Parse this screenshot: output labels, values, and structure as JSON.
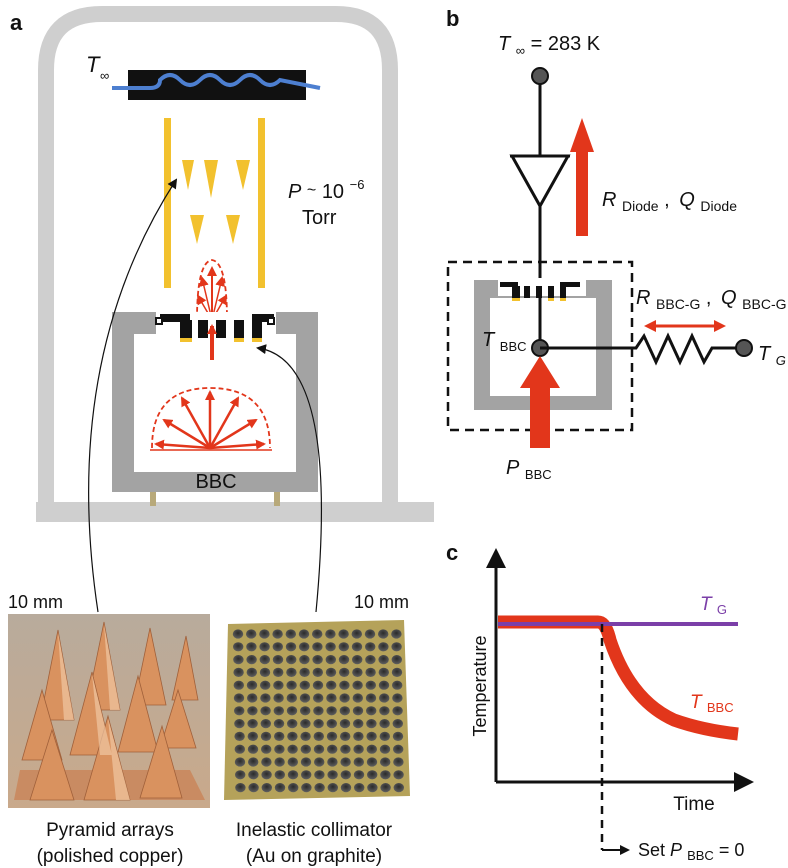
{
  "panels": {
    "a": "a",
    "b": "b",
    "c": "c"
  },
  "panel_a": {
    "t_inf": "T",
    "t_inf_sub": "∞",
    "pressure_p": "P",
    "pressure_tilde": "~",
    "pressure_base": "10",
    "pressure_exp": "−6",
    "pressure_unit": "Torr",
    "bbc": "BBC",
    "scale_left": "10 mm",
    "scale_right": "10 mm",
    "photo_left_caption_1": "Pyramid arrays",
    "photo_left_caption_2": "(polished copper)",
    "photo_right_caption_1": "Inelastic collimator",
    "photo_right_caption_2": "(Au on graphite)"
  },
  "panel_b": {
    "t_inf_main": "T",
    "t_inf_sub": "∞",
    "t_inf_value": " = 283 K",
    "r_diode": "R",
    "r_diode_sub": "Diode",
    "q_diode": "Q",
    "q_diode_sub": "Diode",
    "comma": ",",
    "r_bbcg": "R",
    "r_bbcg_sub": "BBC-G",
    "q_bbcg": "Q",
    "q_bbcg_sub": "BBC-G",
    "t_bbc": "T",
    "t_bbc_sub": "BBC",
    "t_g": "T",
    "t_g_sub": "G",
    "p_bbc": "P",
    "p_bbc_sub": "BBC"
  },
  "panel_c": {
    "ylabel": "Temperature",
    "xlabel": "Time",
    "t_g": "T",
    "t_g_sub": "G",
    "t_bbc": "T",
    "t_bbc_sub": "BBC",
    "annot_prefix": "Set ",
    "annot_p": "P",
    "annot_sub": "BBC",
    "annot_suffix": " = 0"
  },
  "colors": {
    "red": "#e2361b",
    "yellow": "#f2c12e",
    "purple": "#7b3fa8",
    "gray": "#a3a3a3",
    "light_gray": "#cfcfcf",
    "blue": "#4d7fd0"
  }
}
